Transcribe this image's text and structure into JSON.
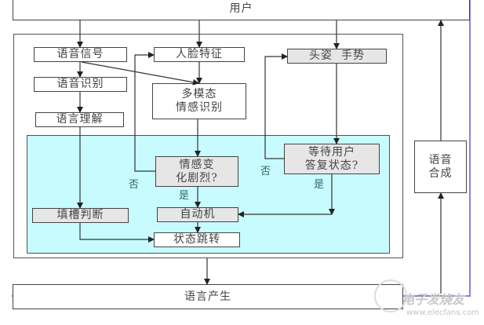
{
  "diagram": {
    "nodes": {
      "user": "用户",
      "speech_signal": "语音信号",
      "face_features": "人脸特征",
      "head_gesture": "头姿  手势",
      "speech_recognition": "语音识别",
      "multimodal_emotion": "多模态\n情感识别",
      "language_understanding": "语言理解",
      "emotion_change": "情感变\n化剧烈?",
      "waiting_reply": "等待用户\n答复状态?",
      "slot_judgment": "填槽判断",
      "automaton": "自动机",
      "state_transition": "状态跳转",
      "speech_synthesis": "语音\n合成",
      "language_generation": "语言产生"
    },
    "edge_labels": {
      "emotion_no": "否",
      "emotion_yes": "是",
      "waiting_no": "否",
      "waiting_yes": "是"
    },
    "colors": {
      "decision_region": "#c8fbfd",
      "gray_node": "#e6e6e6",
      "frame_line": "#8f7fd6"
    },
    "watermark": {
      "logo_text": "电子发烧友",
      "url": "www.elecfans.com"
    }
  }
}
